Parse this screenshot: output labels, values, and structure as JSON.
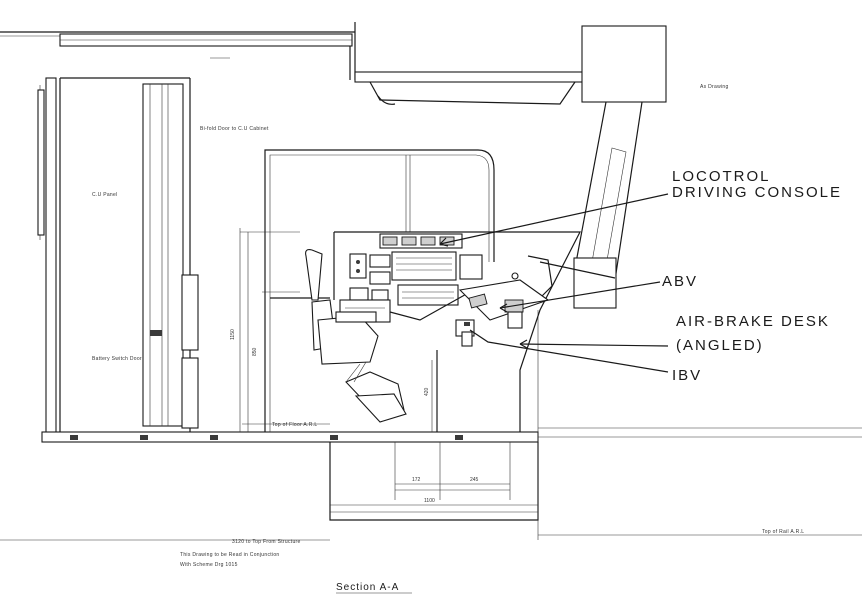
{
  "drawing": {
    "title": "Section A-A",
    "callouts": {
      "locotrol_line1": "LOCOTROL",
      "locotrol_line2": "DRIVING CONSOLE",
      "abv": "ABV",
      "air_brake_line1": "AIR-BRAKE DESK",
      "air_brake_line2": "(ANGLED)",
      "ibv": "IBV"
    },
    "small_notes": {
      "cu_panel": "C.U Panel",
      "bifold_door": "Bi-fold Door to C.U Cabinet",
      "battery_switch_door": "Battery Switch Door",
      "top_right_note": "As Drawing",
      "floor_level": "Top of Floor A.R.L",
      "structure_note": "3120 to Top From Structure",
      "read_note_1": "This Drawing to be Read in Conjunction",
      "read_note_2": "With Scheme Drg 1015",
      "top_of_rail": "Top of Rail A.R.L"
    },
    "dimensions": {
      "d1150": "1150",
      "d850": "850",
      "d420": "420",
      "d172": "172",
      "d245": "245",
      "d1100": "1100"
    }
  }
}
